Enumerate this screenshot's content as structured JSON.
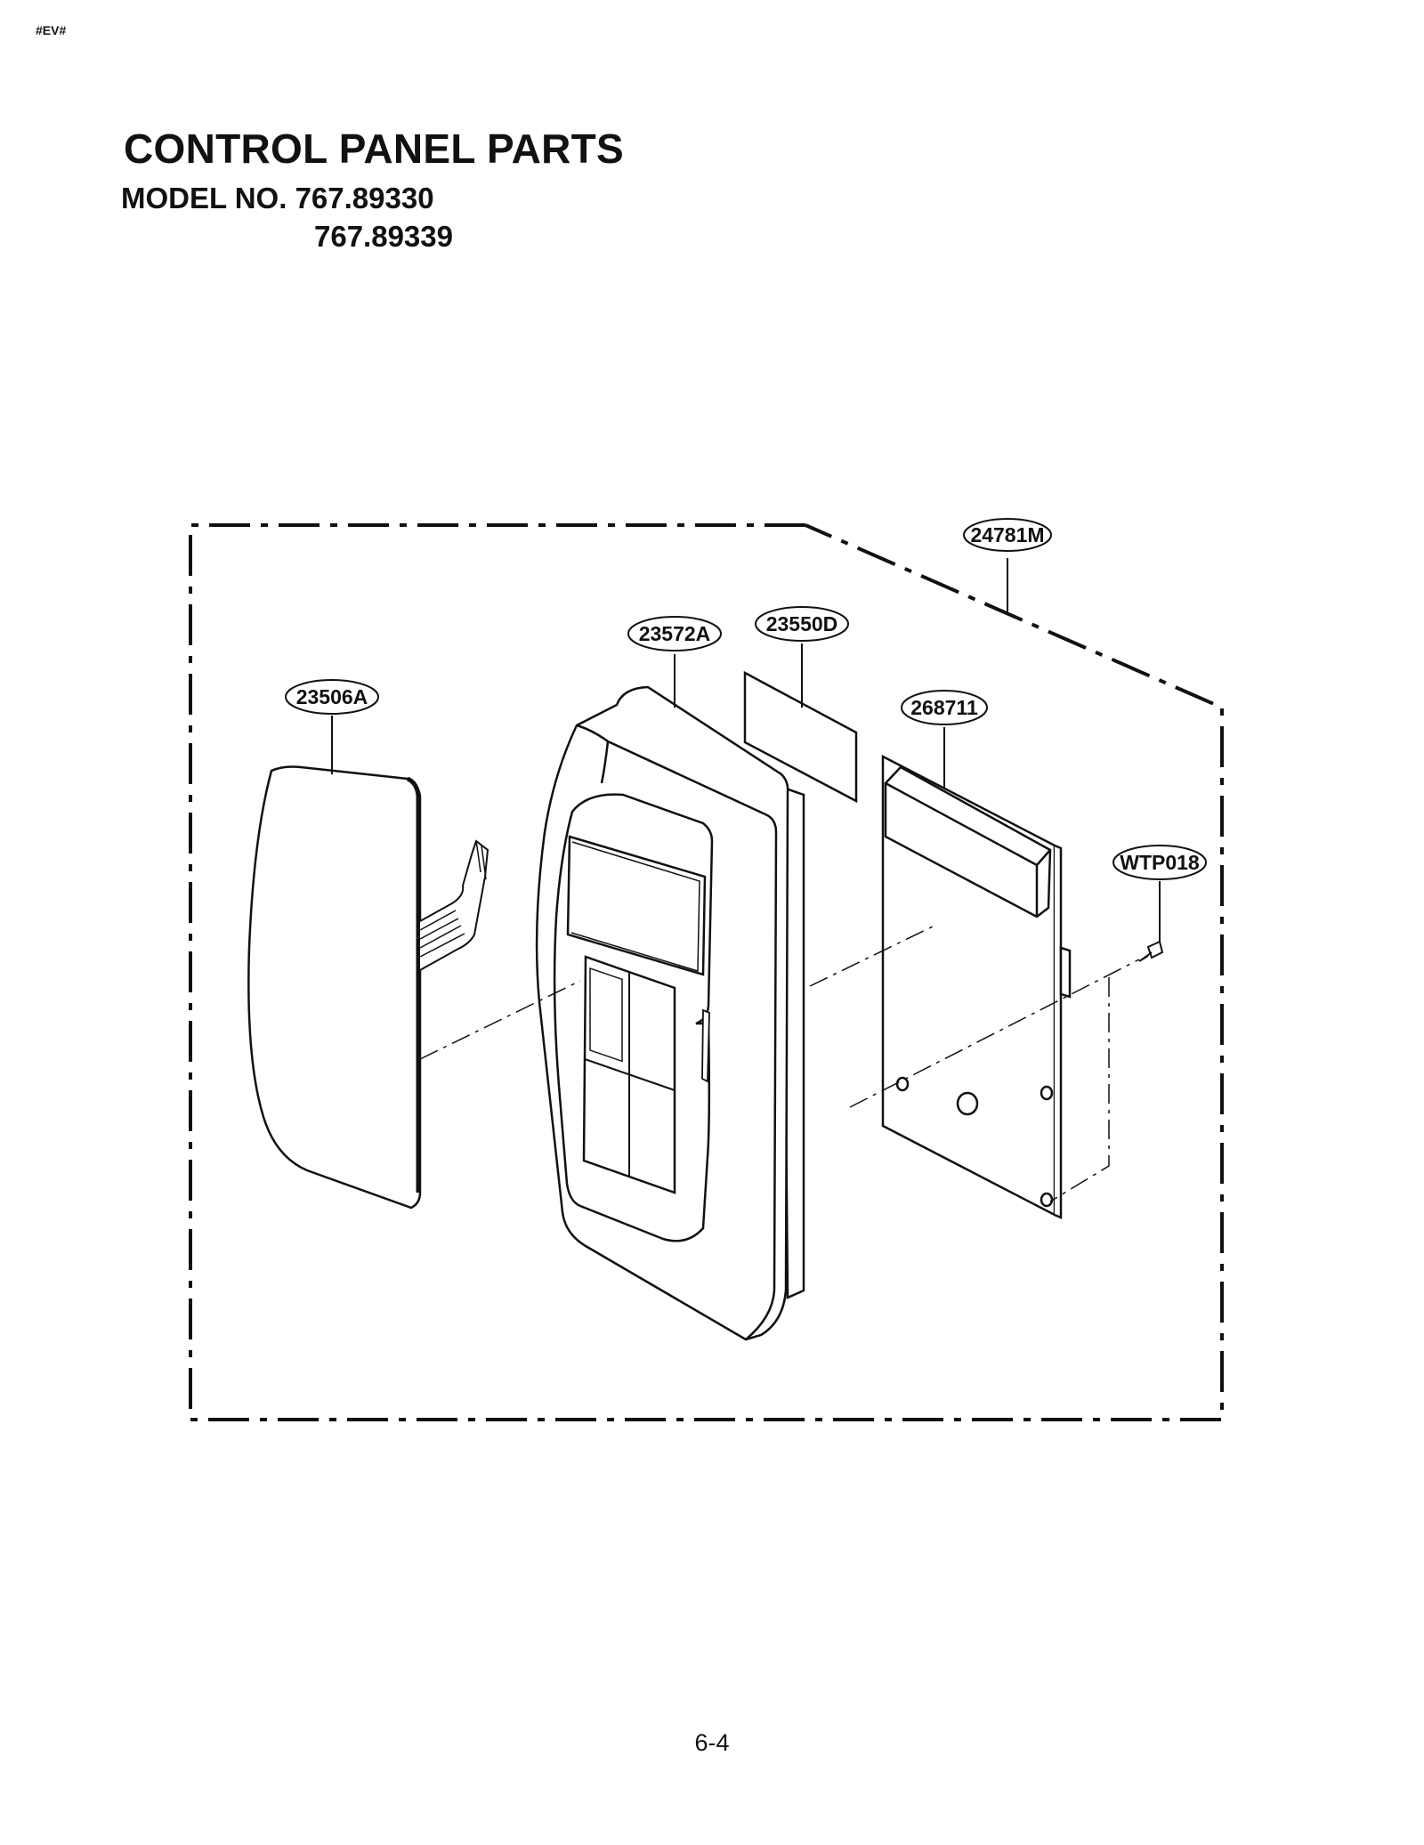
{
  "page": {
    "corner_tag": "#EV#",
    "title": "CONTROL PANEL PARTS",
    "model_line1": "MODEL NO. 767.89330",
    "model_line2": "767.89339",
    "page_number": "6-4"
  },
  "diagram": {
    "part_labels": {
      "assembly": "24781M",
      "display_window": "23572A",
      "key_sheet": "23506A",
      "window_sheet": "23550D",
      "pcb": "268711",
      "screw": "WTP018"
    },
    "colors": {
      "line": "#111111",
      "background": "#ffffff"
    }
  }
}
